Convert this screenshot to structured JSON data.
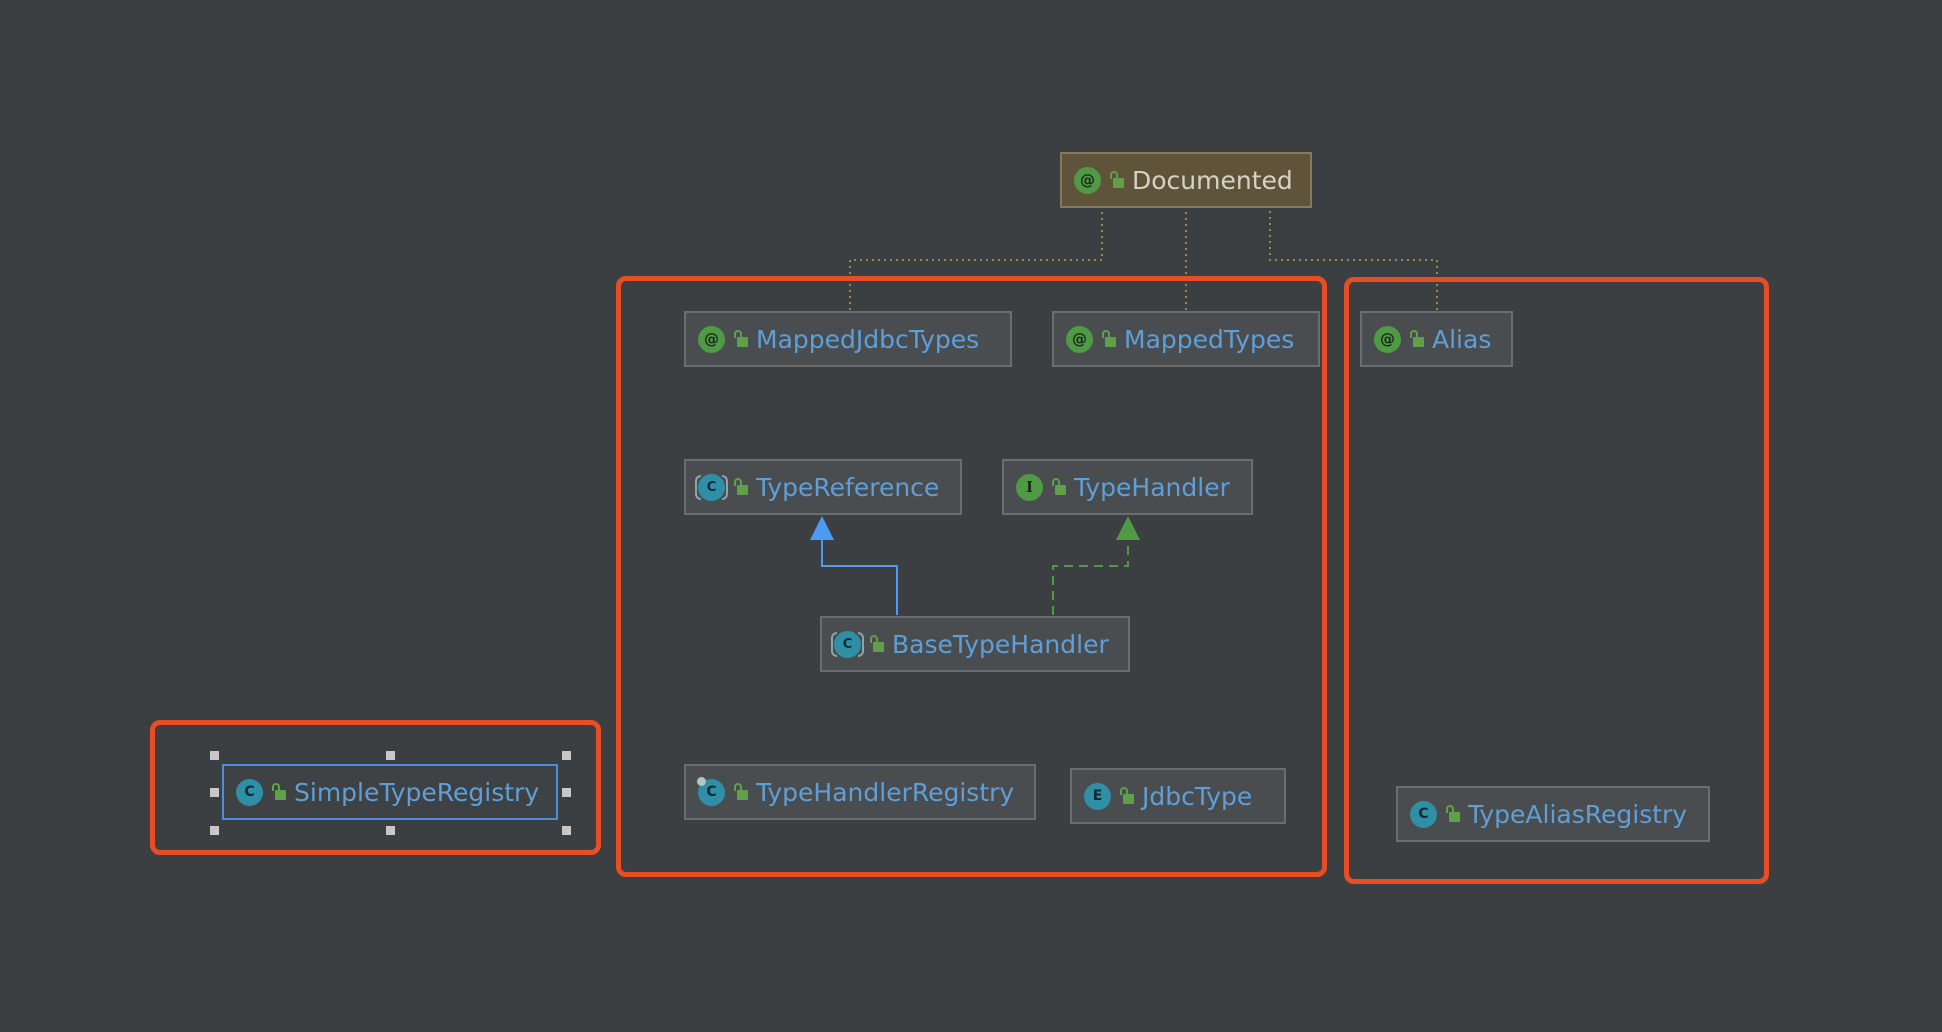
{
  "diagram": {
    "nodes": {
      "documented": {
        "label": "Documented",
        "kind": "annotation",
        "badge": "@"
      },
      "mapped_jdbc_types": {
        "label": "MappedJdbcTypes",
        "kind": "annotation",
        "badge": "@"
      },
      "mapped_types": {
        "label": "MappedTypes",
        "kind": "annotation",
        "badge": "@"
      },
      "alias": {
        "label": "Alias",
        "kind": "annotation",
        "badge": "@"
      },
      "type_reference": {
        "label": "TypeReference",
        "kind": "abstract-class",
        "badge": "C"
      },
      "type_handler": {
        "label": "TypeHandler",
        "kind": "interface",
        "badge": "I"
      },
      "base_type_handler": {
        "label": "BaseTypeHandler",
        "kind": "abstract-class",
        "badge": "C"
      },
      "simple_type_registry": {
        "label": "SimpleTypeRegistry",
        "kind": "class",
        "badge": "C",
        "selected": true
      },
      "type_handler_registry": {
        "label": "TypeHandlerRegistry",
        "kind": "final-class",
        "badge": "C"
      },
      "jdbc_type": {
        "label": "JdbcType",
        "kind": "enum",
        "badge": "E"
      },
      "type_alias_registry": {
        "label": "TypeAliasRegistry",
        "kind": "class",
        "badge": "C"
      }
    },
    "edges": [
      {
        "from": "base_type_handler",
        "to": "type_reference",
        "type": "extends"
      },
      {
        "from": "base_type_handler",
        "to": "type_handler",
        "type": "implements"
      },
      {
        "from": "mapped_jdbc_types",
        "to": "documented",
        "type": "annotated-by"
      },
      {
        "from": "mapped_types",
        "to": "documented",
        "type": "annotated-by"
      },
      {
        "from": "alias",
        "to": "documented",
        "type": "annotated-by"
      }
    ],
    "colors": {
      "background": "#3c3f41",
      "highlight_box": "#e84e25",
      "extends_edge": "#4b9bf5",
      "implements_edge": "#4f9a45",
      "annotation_edge": "#9a8a4a",
      "class_label": "#5f9fd8"
    },
    "icons": {
      "annotation": "at-sign-icon",
      "class": "class-c-icon",
      "interface": "interface-i-icon",
      "enum": "enum-e-icon",
      "visibility": "public-lock-icon"
    }
  }
}
